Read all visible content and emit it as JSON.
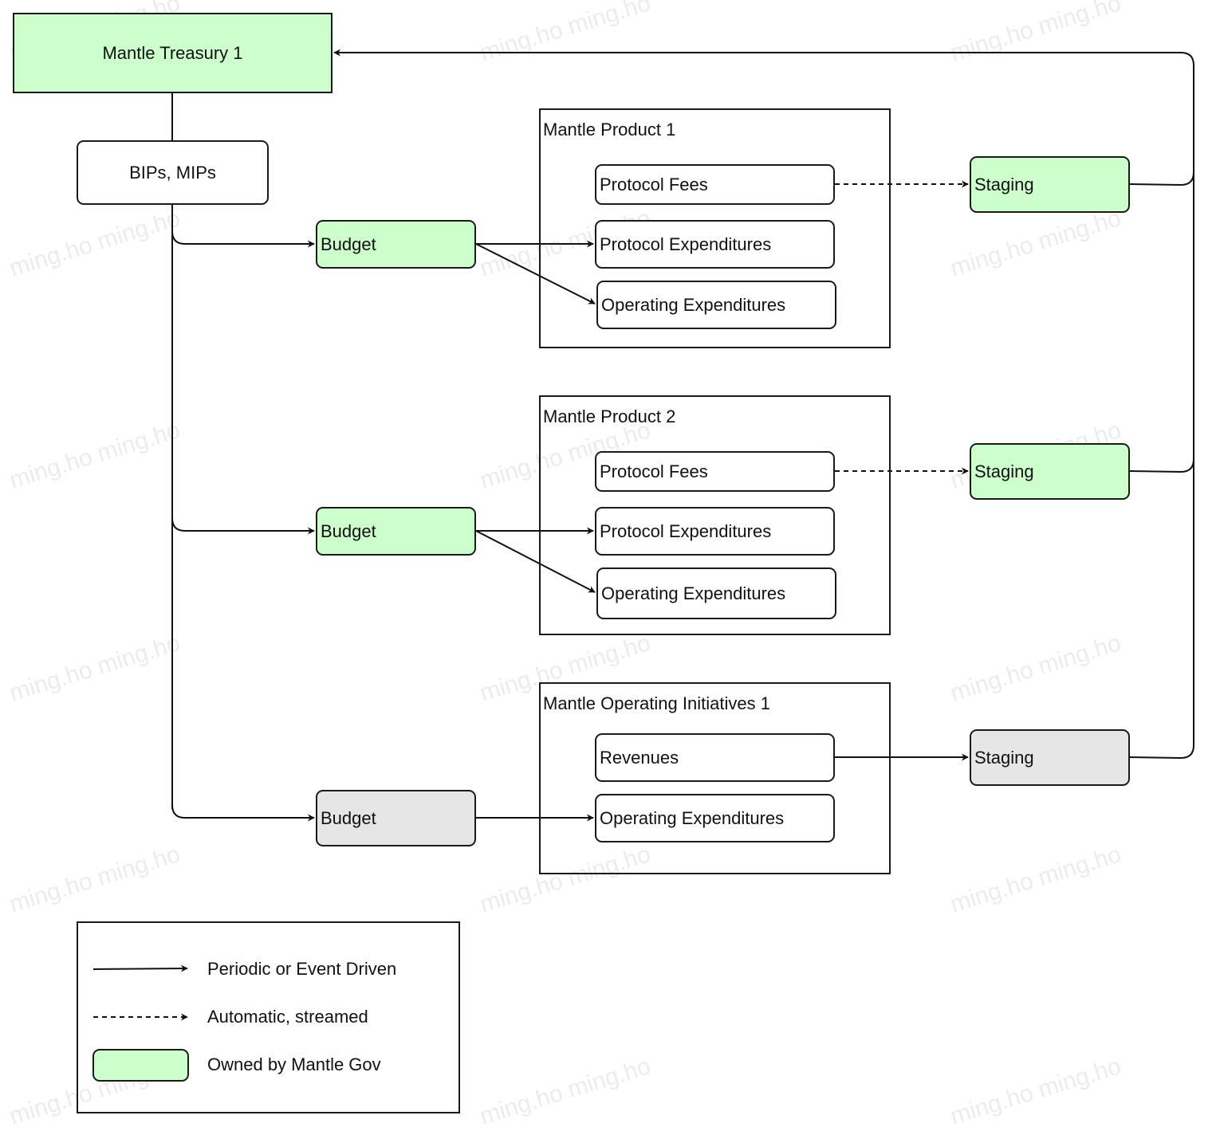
{
  "watermark": {
    "text": "ming.ho ming.ho"
  },
  "treasury": {
    "label": "Mantle Treasury 1"
  },
  "proposals": {
    "label": "BIPs, MIPs"
  },
  "groups": [
    {
      "title": "Mantle Product 1",
      "budget": "Budget",
      "items": [
        "Protocol Fees",
        "Protocol Expenditures",
        "Operating Expenditures"
      ],
      "staging": "Staging"
    },
    {
      "title": "Mantle Product 2",
      "budget": "Budget",
      "items": [
        "Protocol Fees",
        "Protocol Expenditures",
        "Operating Expenditures"
      ],
      "staging": "Staging"
    },
    {
      "title": "Mantle Operating Initiatives 1",
      "budget": "Budget",
      "items": [
        "Revenues",
        "Operating Expenditures"
      ],
      "staging": "Staging"
    }
  ],
  "legend": {
    "solid": "Periodic or Event Driven",
    "dashed": "Automatic, streamed",
    "owned": "Owned by Mantle Gov"
  },
  "colors": {
    "owned_fill": "#ccffcc",
    "neutral_fill": "#e6e6e6",
    "stroke": "#1a1a1a"
  }
}
